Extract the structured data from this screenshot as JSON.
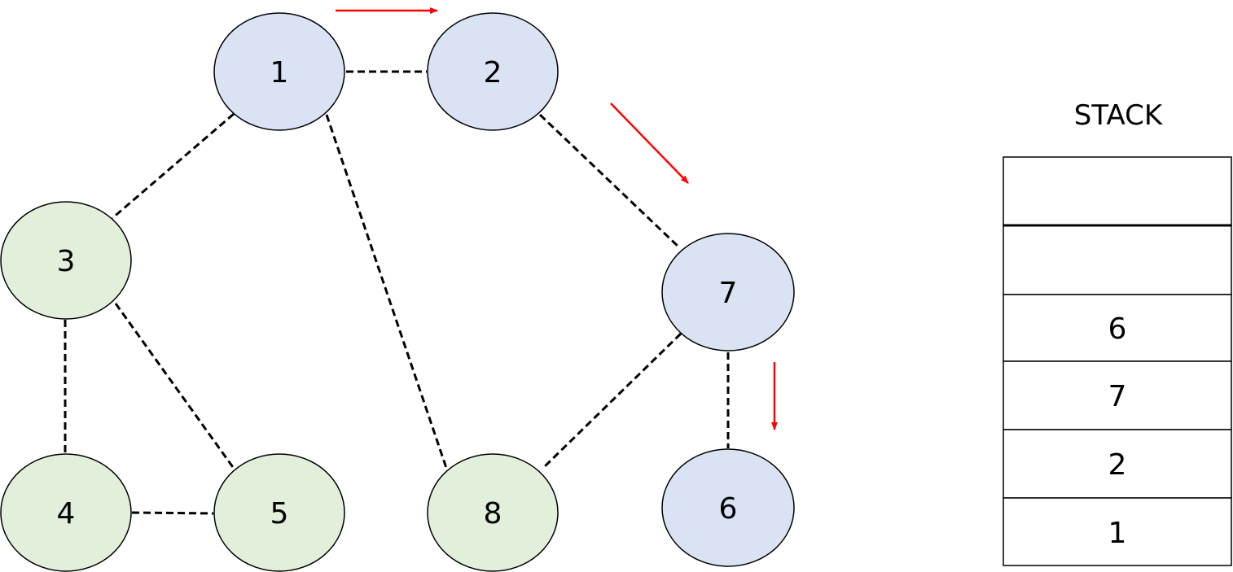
{
  "graph": {
    "nodes": [
      {
        "id": "1",
        "label": "1",
        "state": "visited"
      },
      {
        "id": "2",
        "label": "2",
        "state": "visited"
      },
      {
        "id": "3",
        "label": "3",
        "state": "unvisited"
      },
      {
        "id": "7",
        "label": "7",
        "state": "visited"
      },
      {
        "id": "4",
        "label": "4",
        "state": "unvisited"
      },
      {
        "id": "5",
        "label": "5",
        "state": "unvisited"
      },
      {
        "id": "8",
        "label": "8",
        "state": "unvisited"
      },
      {
        "id": "6",
        "label": "6",
        "state": "visited"
      }
    ],
    "edges": [
      {
        "from": "1",
        "to": "2"
      },
      {
        "from": "1",
        "to": "3"
      },
      {
        "from": "1",
        "to": "8"
      },
      {
        "from": "2",
        "to": "7"
      },
      {
        "from": "3",
        "to": "4"
      },
      {
        "from": "3",
        "to": "5"
      },
      {
        "from": "4",
        "to": "5"
      },
      {
        "from": "7",
        "to": "8"
      },
      {
        "from": "7",
        "to": "6"
      }
    ],
    "traversal_path": [
      "1",
      "2",
      "7",
      "6"
    ]
  },
  "stack": {
    "title": "STACK",
    "slots": [
      "",
      "",
      "6",
      "7",
      "2",
      "1"
    ]
  },
  "colors": {
    "visited_fill": "#dae3f3",
    "unvisited_fill": "#e2efda",
    "node_stroke": "#000000",
    "edge": "#000000",
    "arrow": "#ff0000"
  }
}
